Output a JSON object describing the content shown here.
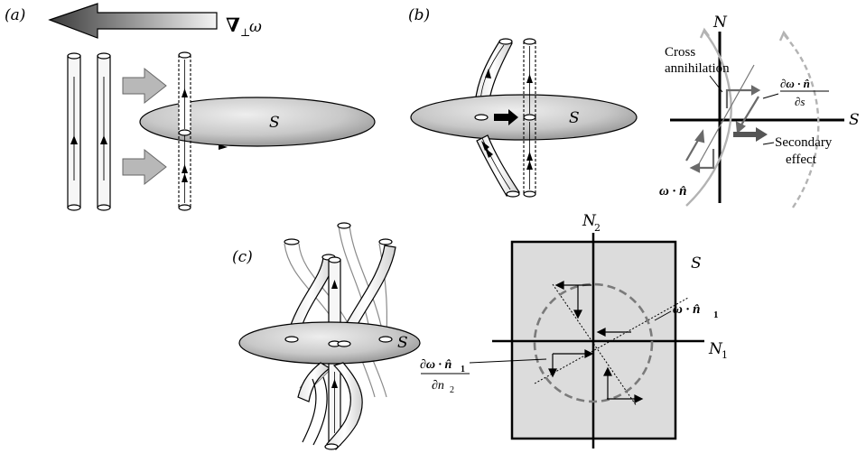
{
  "panel_a": {
    "label": "(a)",
    "gradient_label_symbol": "∇",
    "gradient_label_sub": "⊥",
    "gradient_label_var": "ω",
    "surface_label": "S"
  },
  "panel_b": {
    "label": "(b)",
    "surface_label": "S",
    "axis_n": "N",
    "axis_s": "S",
    "cross_annihilation_line1": "Cross",
    "cross_annihilation_line2": "annihilation",
    "derivative_numerator": "∂ω · n̂",
    "derivative_denominator": "∂s",
    "secondary_line1": "Secondary",
    "secondary_line2": "effect",
    "omega_n": "ω · n̂"
  },
  "panel_c": {
    "label": "(c)",
    "surface_label": "S",
    "square_label": "S",
    "axis_n2": "N",
    "axis_n2_sub": "2",
    "axis_n1": "N",
    "axis_n1_sub": "1",
    "omega_n1": "ω · n̂",
    "omega_n1_sub": "1",
    "deriv_num": "∂ω · n̂",
    "deriv_num_sub": "1",
    "deriv_den": "∂n",
    "deriv_den_sub": "2"
  }
}
